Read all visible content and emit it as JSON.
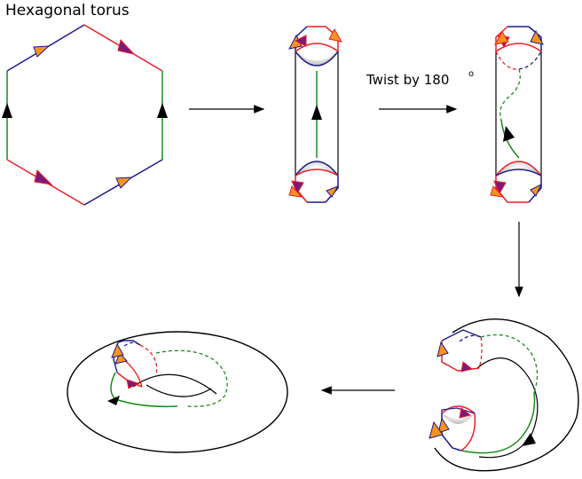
{
  "title": "Hexagonal torus",
  "twist_label": "Twist by 180",
  "twist_superscript": "o",
  "colors": {
    "red_edge": "#ee1c24",
    "blue_edge": "#1b1a8c",
    "green_edge": "#1a8a1a",
    "arrow_orange": "#f7941d",
    "arrow_purple": "#7a1a7a",
    "arrow_black": "#000000",
    "outline": "#000000"
  },
  "stages": [
    "hexagon",
    "cylinder",
    "twisted-cylinder",
    "bent-cylinder",
    "torus"
  ]
}
